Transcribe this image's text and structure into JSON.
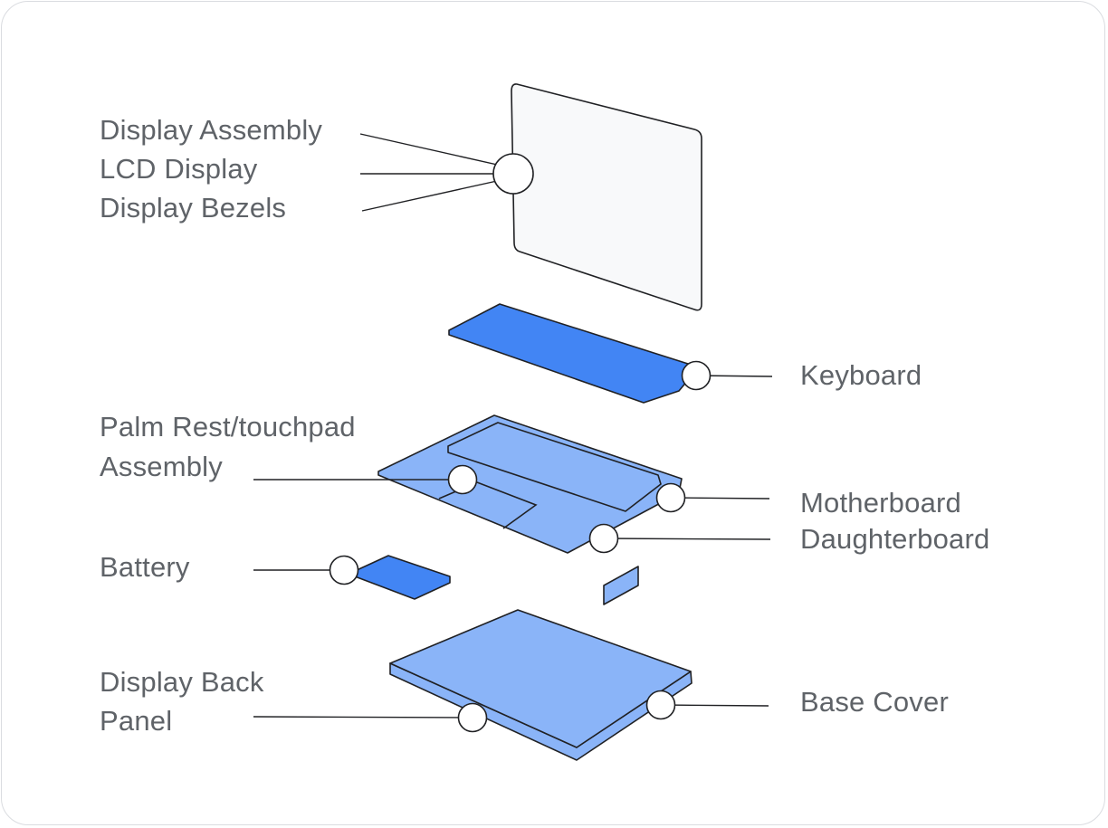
{
  "labels": {
    "display_assembly": "Display Assembly",
    "lcd_display": "LCD Display",
    "display_bezels": "Display Bezels",
    "keyboard": "Keyboard",
    "palm_rest_line1": "Palm Rest/touchpad",
    "palm_rest_line2": "Assembly",
    "motherboard": "Motherboard",
    "daughterboard": "Daughterboard",
    "battery": "Battery",
    "display_back_panel_line1": "Display Back",
    "display_back_panel_line2": "Panel",
    "base_cover": "Base Cover"
  },
  "colors": {
    "border": "#dadce0",
    "label_text": "#5f6368",
    "outline": "#202124",
    "display_panel": "#f8f9fa",
    "dark_blue": "#4285f4",
    "light_blue": "#8ab4f8"
  }
}
